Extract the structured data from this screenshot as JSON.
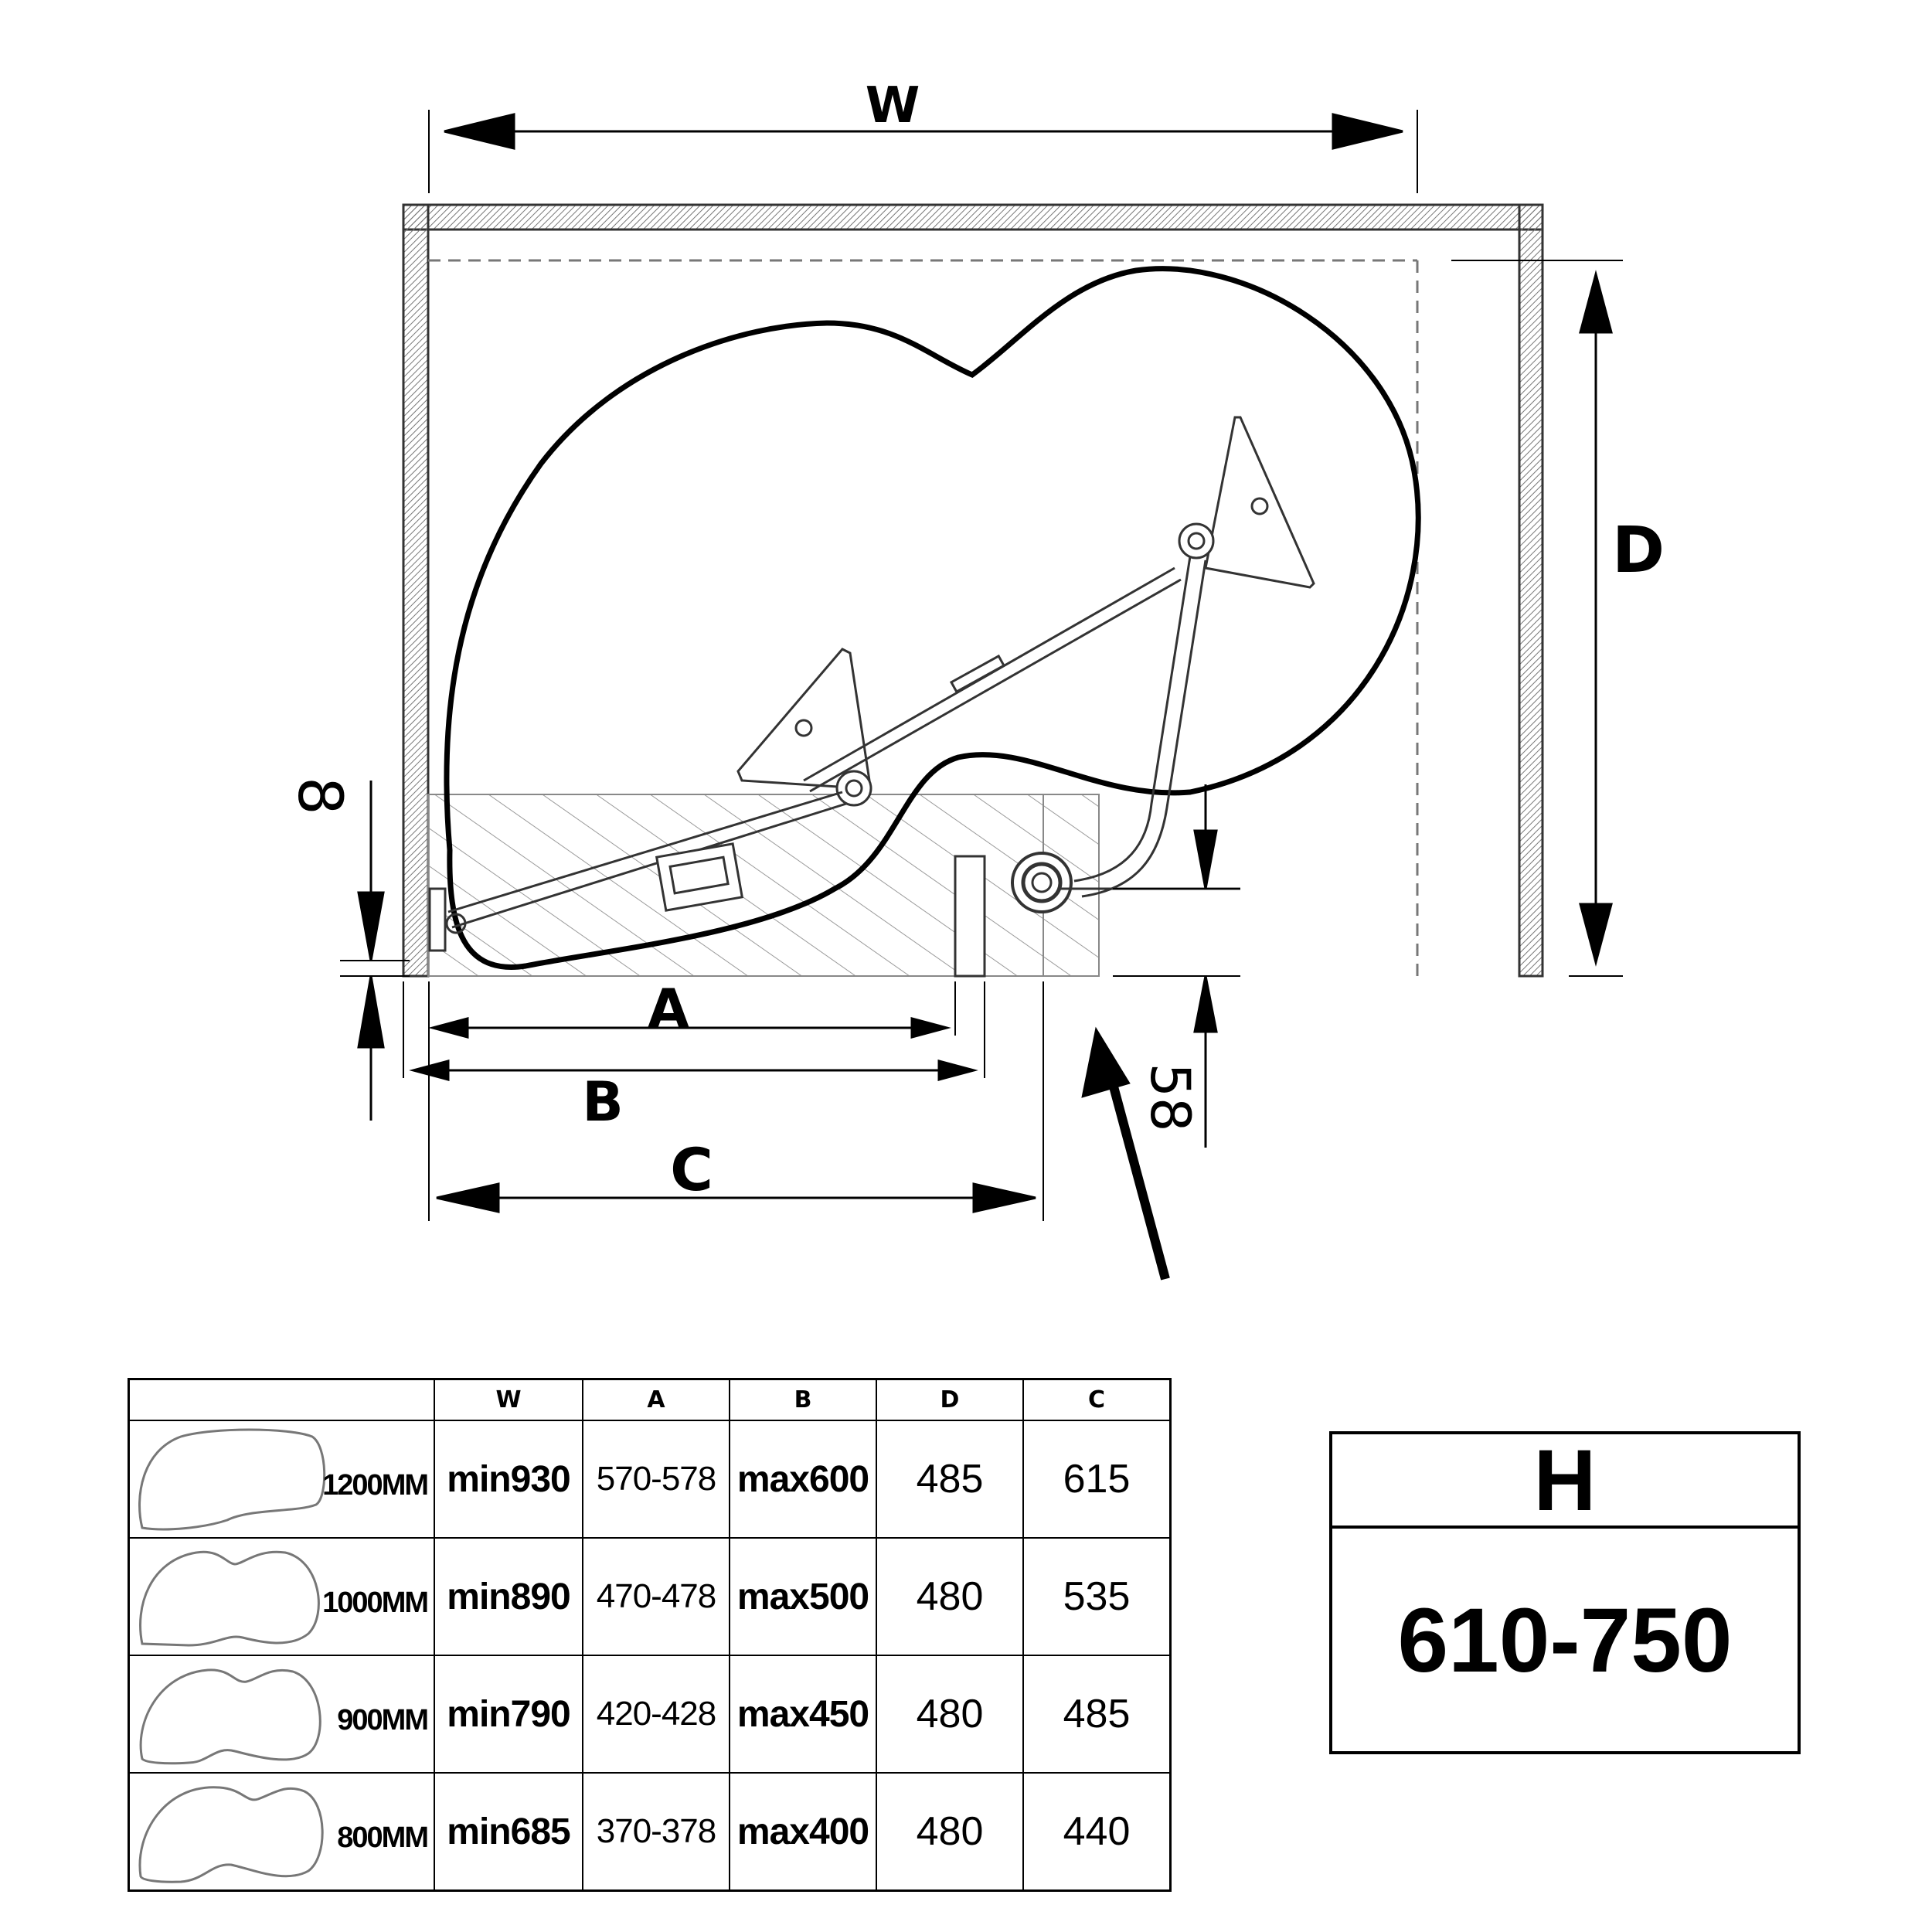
{
  "drawing": {
    "labels": {
      "w": "W",
      "d": "D",
      "a": "A",
      "b": "B",
      "c": "C",
      "eight": "8",
      "fiftyeight": "58"
    }
  },
  "table": {
    "headers": [
      "",
      "W",
      "A",
      "B",
      "D",
      "C"
    ],
    "rows": [
      {
        "model": "1200MM",
        "w": "min930",
        "a": "570-578",
        "b": "max600",
        "d": "485",
        "c": "615"
      },
      {
        "model": "1000MM",
        "w": "min890",
        "a": "470-478",
        "b": "max500",
        "d": "480",
        "c": "535"
      },
      {
        "model": "900MM",
        "w": "min790",
        "a": "420-428",
        "b": "max450",
        "d": "480",
        "c": "485"
      },
      {
        "model": "800MM",
        "w": "min685",
        "a": "370-378",
        "b": "max400",
        "d": "480",
        "c": "440"
      }
    ]
  },
  "height_box": {
    "title": "H",
    "value": "610-750"
  }
}
